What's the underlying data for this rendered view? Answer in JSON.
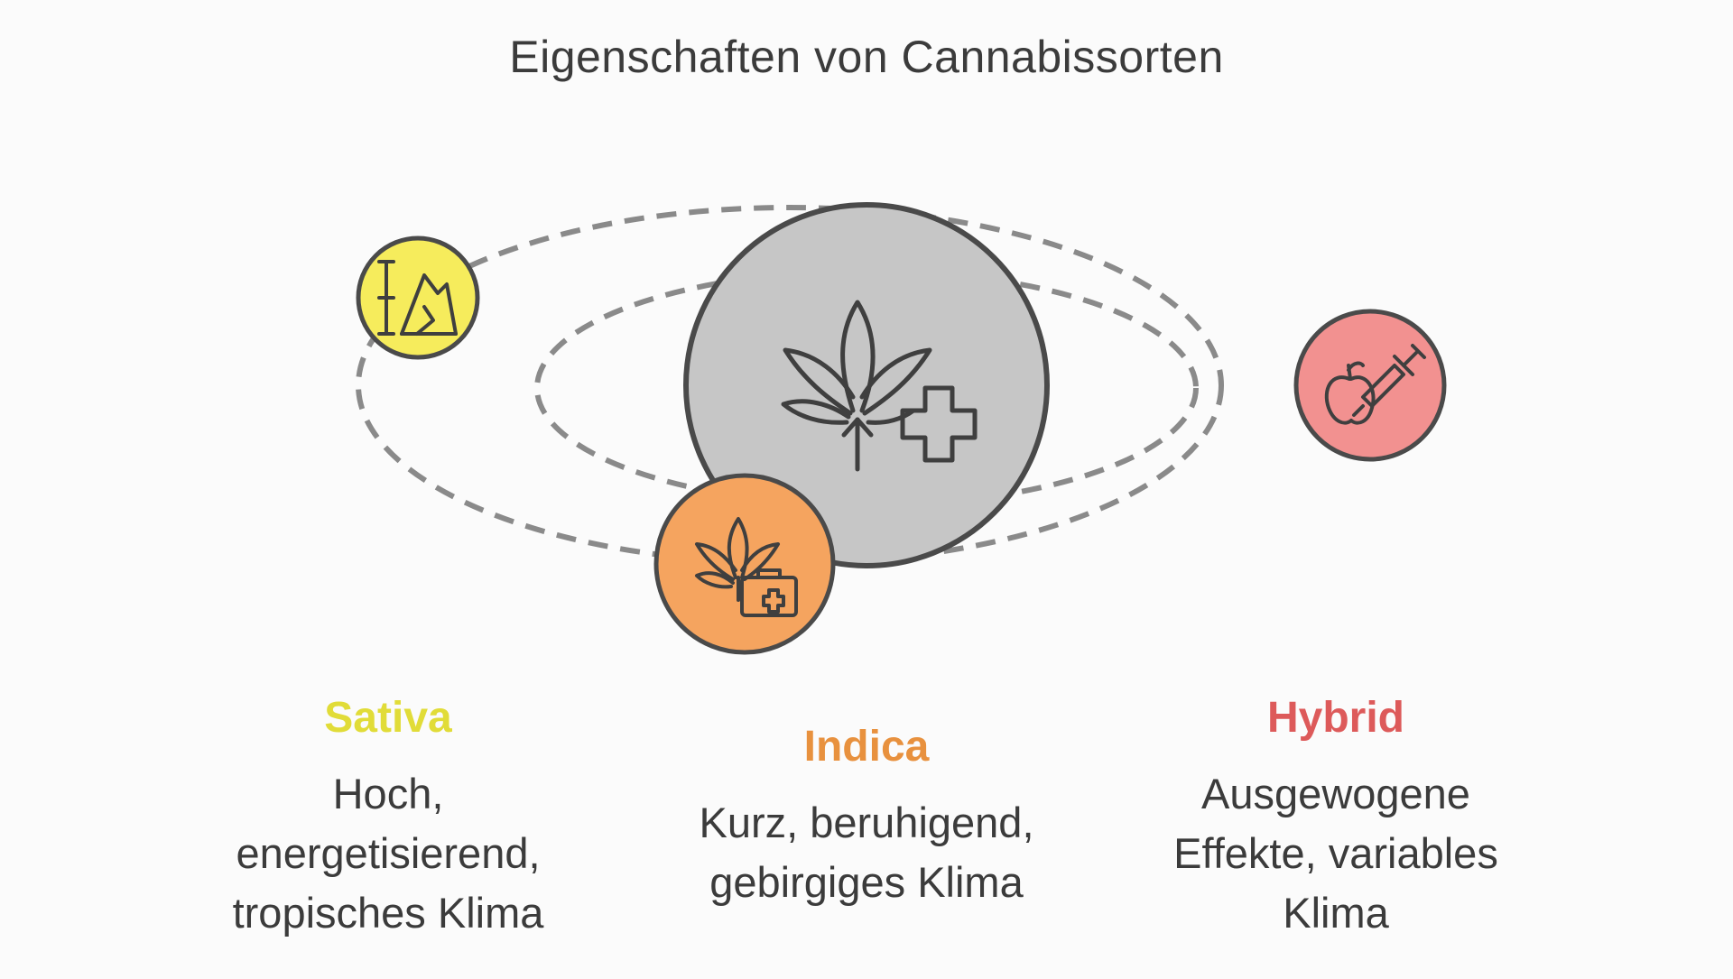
{
  "title": "Eigenschaften von Cannabissorten",
  "colors": {
    "sativa": "#e1dc38",
    "indica": "#e8913e",
    "hybrid": "#dd5a5a",
    "sativa_fill": "#f6ec5c",
    "indica_fill": "#f5a45f",
    "hybrid_fill": "#f29190",
    "center_fill": "#c6c6c6"
  },
  "center": {
    "icon": "cannabis-leaf-growth-plus-icon"
  },
  "categories": [
    {
      "key": "sativa",
      "label": "Sativa",
      "description": [
        "Hoch,",
        "energetisierend,",
        "tropisches Klima"
      ],
      "icon": "mountain-icon"
    },
    {
      "key": "indica",
      "label": "Indica",
      "description": [
        "Kurz, beruhigend,",
        "gebirgiges Klima"
      ],
      "icon": "cannabis-medical-kit-icon"
    },
    {
      "key": "hybrid",
      "label": "Hybrid",
      "description": [
        "Ausgewogene",
        "Effekte, variables",
        "Klima"
      ],
      "icon": "apple-syringe-icon"
    }
  ]
}
